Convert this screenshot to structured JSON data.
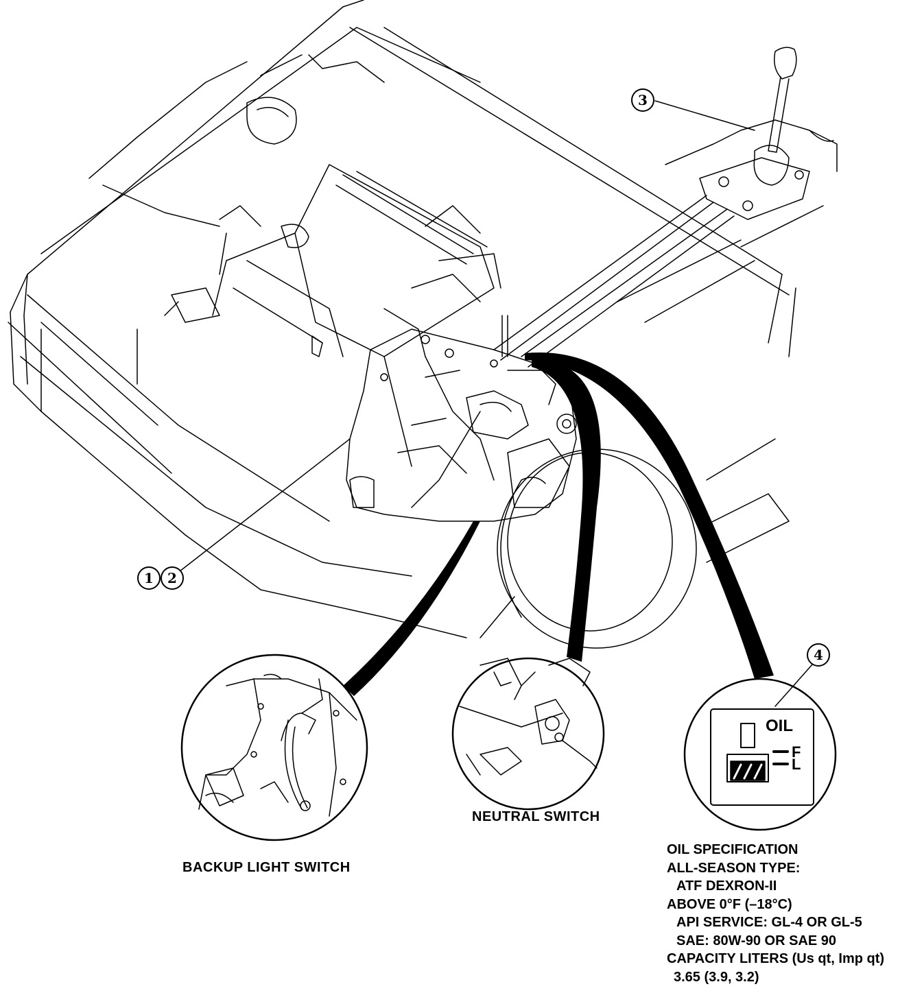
{
  "callouts": {
    "c1": "1",
    "c2": "2",
    "c3": "3",
    "c4": "4"
  },
  "labels": {
    "backup_light_switch": "BACKUP LIGHT SWITCH",
    "neutral_switch": "NEUTRAL SWITCH"
  },
  "gauge": {
    "oil": "OIL",
    "full": "F",
    "low": "L"
  },
  "oil_spec": {
    "title": "OIL SPECIFICATION",
    "all_season": "ALL-SEASON TYPE:",
    "atf": "ATF DEXRON-II",
    "above": "ABOVE 0°F (–18°C)",
    "api": "API SERVICE: GL-4 OR GL-5",
    "sae": "SAE: 80W-90 OR SAE 90",
    "capacity": "CAPACITY LITERS (Us qt, Imp qt)",
    "capacity_value": "3.65 (3.9, 3.2)"
  }
}
